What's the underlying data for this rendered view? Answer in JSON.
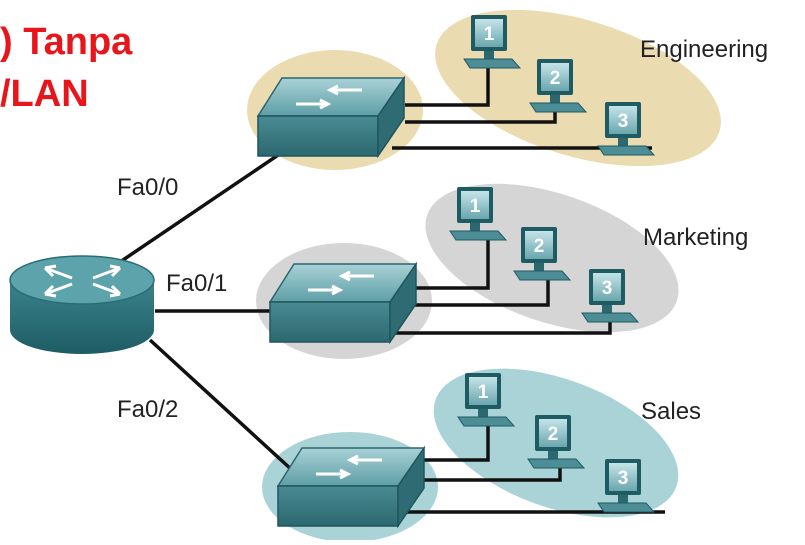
{
  "title": {
    "line1": ") Tanpa",
    "line2": "/LAN",
    "color": "#e8161b"
  },
  "ports": [
    "Fa0/0",
    "Fa0/1",
    "Fa0/2"
  ],
  "groups": [
    {
      "name": "Engineering",
      "color": "#eadbb0",
      "pcs": [
        "1",
        "2",
        "3"
      ]
    },
    {
      "name": "Marketing",
      "color": "#d5d5d5",
      "pcs": [
        "1",
        "2",
        "3"
      ]
    },
    {
      "name": "Sales",
      "color": "#a9d3d6",
      "pcs": [
        "1",
        "2",
        "3"
      ]
    }
  ],
  "device_colors": {
    "router": "#3f8a93",
    "switch": "#4f8f98",
    "pc": "#5a9aa3",
    "cable": "#111111"
  }
}
